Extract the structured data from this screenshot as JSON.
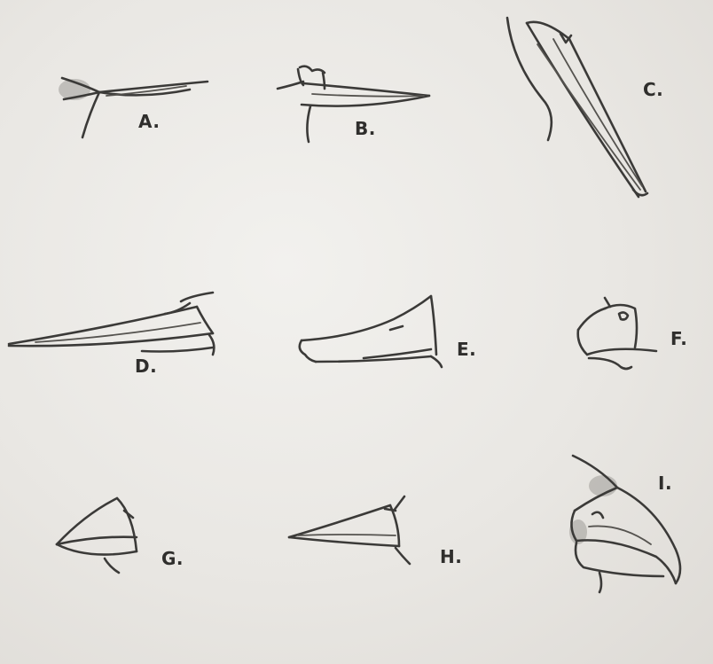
{
  "figure": {
    "labels": {
      "a": "A.",
      "b": "B.",
      "c": "C.",
      "d": "D.",
      "e": "E.",
      "f": "F.",
      "g": "G.",
      "h": "H.",
      "i": "I."
    }
  }
}
